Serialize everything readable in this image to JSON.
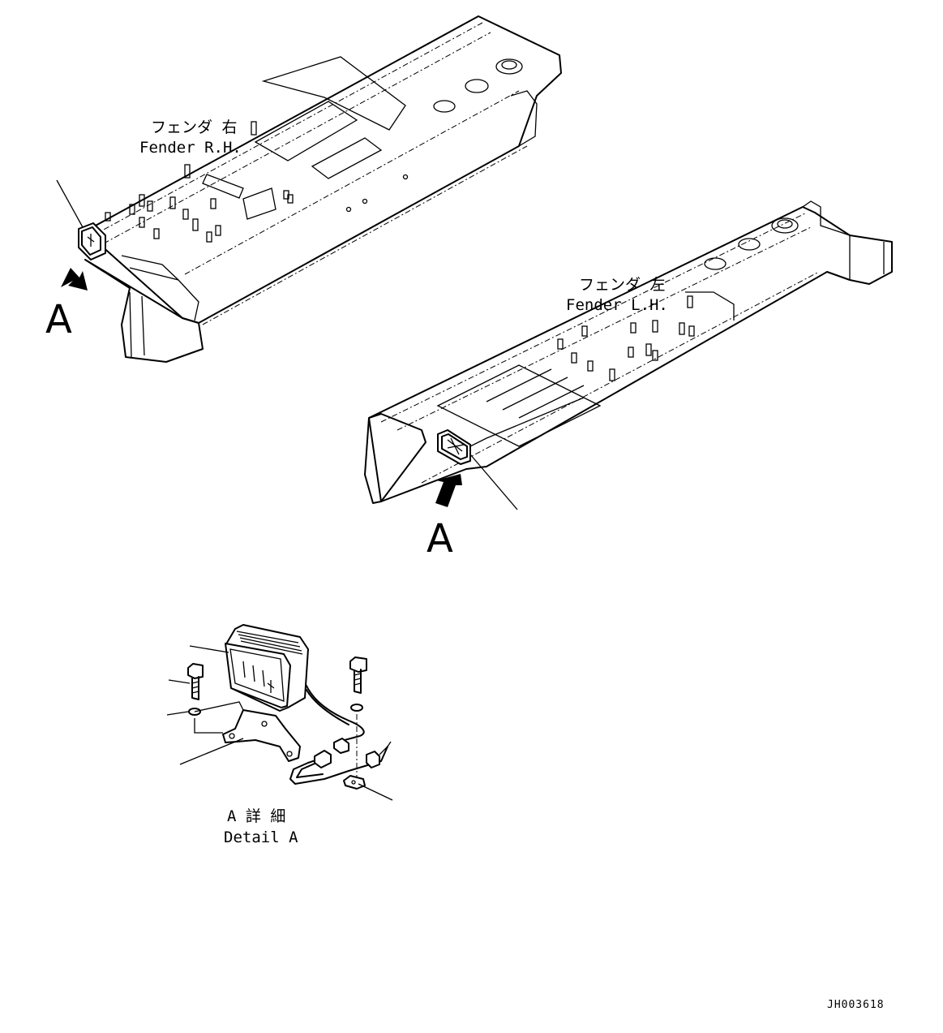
{
  "fender_rh": {
    "label_ja": "フェンダ 右",
    "label_en": "Fender R.H.",
    "view_marker": "A"
  },
  "fender_lh": {
    "label_ja": "フェンダ 左",
    "label_en": "Fender L.H.",
    "view_marker": "A"
  },
  "detail": {
    "label_ja": "A 詳 細",
    "label_en": "Detail A"
  },
  "drawing_code": "JH003618"
}
